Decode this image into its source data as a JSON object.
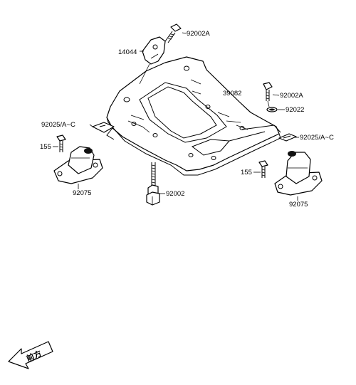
{
  "labels": {
    "bolt_top": "92002A",
    "bracket_top": "14044",
    "plate": "39082",
    "bolt_right": "92002A",
    "washer_right": "92022",
    "shim_left": "92025/A~C",
    "shim_right": "92025/A~C",
    "bolt_left_155": "155",
    "bolt_right_155": "155",
    "mount_left": "92075",
    "mount_right": "92075",
    "bolt_bottom": "92002"
  },
  "direction_arrow": {
    "text": "前方"
  }
}
